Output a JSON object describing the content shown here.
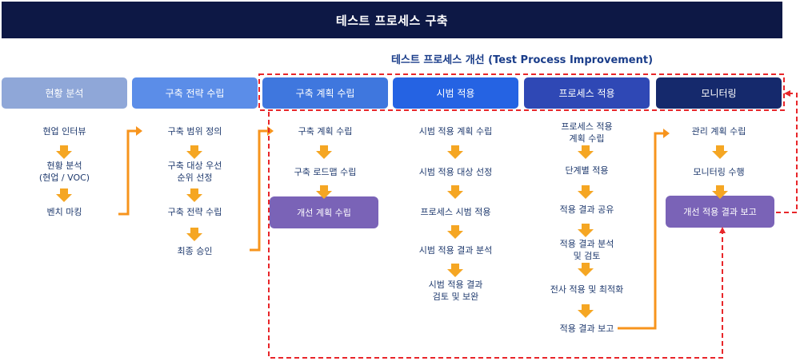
{
  "title": "테스트 프로세스 구축",
  "improvement_title": "테스트 프로세스 개선 (Test Process Improvement)",
  "phases": [
    {
      "label": "현황 분석",
      "color": "#8fa7d8"
    },
    {
      "label": "구축 전략 수립",
      "color": "#5b8de8"
    },
    {
      "label": "구축 계획 수립",
      "color": "#3f77de"
    },
    {
      "label": "시범 적용",
      "color": "#2563e3"
    },
    {
      "label": "프로세스 적용",
      "color": "#2f48b5"
    },
    {
      "label": "모니터링",
      "color": "#15296c"
    }
  ],
  "columns": [
    {
      "steps": [
        "현업 인터뷰",
        "현황 분석\n(현업 / VOC)",
        "벤치 마킹"
      ]
    },
    {
      "steps": [
        "구축 범위 정의",
        "구축 대상 우선\n순위 선정",
        "구축 전략 수립",
        "최종 승인"
      ]
    },
    {
      "steps": [
        "구축 계획 수립",
        "구축 로드맵 수립"
      ],
      "highlight": "개선 계획 수립"
    },
    {
      "steps": [
        "시범 적용 계획 수립",
        "시범 적용 대상 선정",
        "프로세스 시범 적용",
        "시범 적용 결과 분석",
        "시범 적용 결과\n검토 및 보완"
      ]
    },
    {
      "steps": [
        "프로세스 적용\n계획 수립",
        "단계별 적용",
        "적용 결과 공유",
        "적용 결과 분석\n및 검토",
        "전사 적용 및 최적화",
        "적용 결과 보고"
      ]
    },
    {
      "steps": [
        "관리 계획 수립",
        "모니터링 수행"
      ],
      "highlight": "개선 적용 결과 보고"
    }
  ],
  "colors": {
    "arrow": "#f5a623",
    "connector": "#f7941d",
    "dashed": "#e8262a",
    "highlight": "#7a63b7"
  }
}
